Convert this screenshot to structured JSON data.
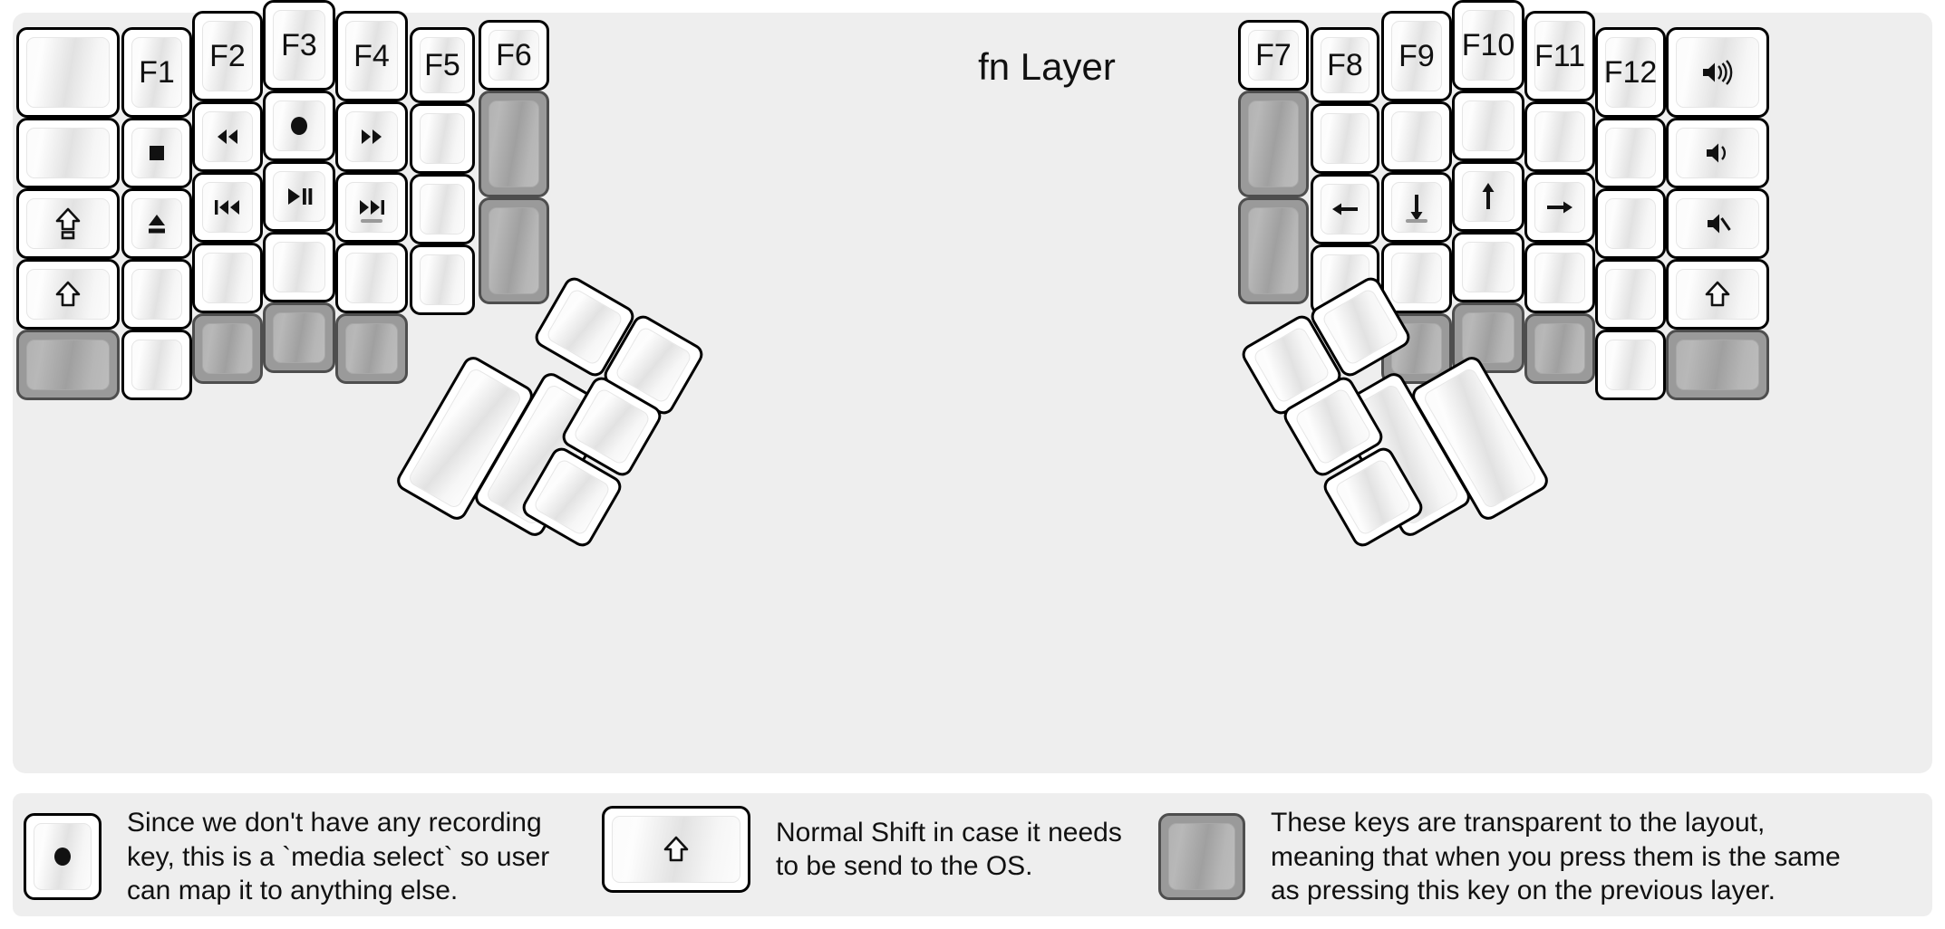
{
  "title": "fn Layer",
  "colors": {
    "page_background": "#ffffff",
    "panel_background": "#eeeeee",
    "key_face": "#ffffff",
    "key_border": "#000000",
    "transparent_key": "#9a9a9a",
    "transparent_key_border": "#4e4e4e",
    "text": "#111111"
  },
  "legend": [
    {
      "key_icon": "record-dot-icon",
      "key_style": "normal",
      "text": "Since we don't have any recording\nkey, this is a `media select` so user\ncan map it to anything else."
    },
    {
      "key_icon": "shift-arrow-icon",
      "key_style": "normal",
      "text": "Normal Shift in case it needs\nto be send to the OS."
    },
    {
      "key_icon": "blank",
      "key_style": "transparent",
      "text": "These keys are transparent to the layout,\nmeaning that when you press them is the same\nas pressing this key on the previous layer."
    }
  ],
  "left_half": {
    "columns": [
      {
        "name": "col-pinky-outer",
        "keys": [
          {
            "label": "",
            "icon": "blank",
            "style": "normal"
          },
          {
            "label": "",
            "icon": "blank",
            "style": "normal"
          },
          {
            "label": "",
            "icon": "caps-lock-icon",
            "style": "normal"
          },
          {
            "label": "",
            "icon": "shift-arrow-icon",
            "style": "normal"
          },
          {
            "label": "",
            "icon": "blank",
            "style": "transparent"
          }
        ]
      },
      {
        "name": "col-pinky",
        "keys": [
          {
            "label": "F1",
            "icon": "",
            "style": "normal"
          },
          {
            "label": "",
            "icon": "media-stop-icon",
            "style": "normal"
          },
          {
            "label": "",
            "icon": "eject-icon",
            "style": "normal"
          },
          {
            "label": "",
            "icon": "blank",
            "style": "normal"
          },
          {
            "label": "",
            "icon": "blank",
            "style": "normal"
          }
        ]
      },
      {
        "name": "col-ring",
        "keys": [
          {
            "label": "F2",
            "icon": "",
            "style": "normal"
          },
          {
            "label": "",
            "icon": "rewind-icon",
            "style": "normal"
          },
          {
            "label": "",
            "icon": "previous-track-icon",
            "style": "normal"
          },
          {
            "label": "",
            "icon": "blank",
            "style": "normal"
          },
          {
            "label": "",
            "icon": "blank",
            "style": "transparent"
          }
        ]
      },
      {
        "name": "col-middle",
        "keys": [
          {
            "label": "F3",
            "icon": "",
            "style": "normal"
          },
          {
            "label": "",
            "icon": "record-dot-icon",
            "style": "normal"
          },
          {
            "label": "",
            "icon": "play-pause-icon",
            "style": "normal"
          },
          {
            "label": "",
            "icon": "blank",
            "style": "normal"
          },
          {
            "label": "",
            "icon": "blank",
            "style": "transparent"
          }
        ]
      },
      {
        "name": "col-index",
        "keys": [
          {
            "label": "F4",
            "icon": "",
            "style": "normal"
          },
          {
            "label": "",
            "icon": "fast-forward-icon",
            "style": "normal"
          },
          {
            "label": "",
            "icon": "next-track-icon",
            "style": "normal",
            "homing": true
          },
          {
            "label": "",
            "icon": "blank",
            "style": "normal"
          },
          {
            "label": "",
            "icon": "blank",
            "style": "transparent"
          }
        ]
      },
      {
        "name": "col-inner",
        "keys": [
          {
            "label": "F5",
            "icon": "",
            "style": "normal"
          },
          {
            "label": "",
            "icon": "blank",
            "style": "normal"
          },
          {
            "label": "",
            "icon": "blank",
            "style": "normal"
          },
          {
            "label": "",
            "icon": "blank",
            "style": "normal"
          }
        ]
      },
      {
        "name": "col-innermost",
        "keys": [
          {
            "label": "F6",
            "icon": "",
            "style": "normal"
          },
          {
            "label": "",
            "icon": "blank",
            "style": "transparent"
          },
          {
            "label": "",
            "icon": "blank",
            "style": "transparent"
          }
        ]
      }
    ],
    "thumb_cluster": [
      {
        "name": "thumb-2u-outer",
        "icon": "blank",
        "style": "normal"
      },
      {
        "name": "thumb-2u-inner",
        "icon": "blank",
        "style": "normal"
      },
      {
        "name": "thumb-1u-top",
        "icon": "blank",
        "style": "normal"
      },
      {
        "name": "thumb-1u-topright",
        "icon": "blank",
        "style": "normal"
      },
      {
        "name": "thumb-1u-mid",
        "icon": "blank",
        "style": "normal"
      },
      {
        "name": "thumb-1u-bottom",
        "icon": "blank",
        "style": "normal"
      }
    ]
  },
  "right_half": {
    "columns": [
      {
        "name": "col-innermost",
        "keys": [
          {
            "label": "F7",
            "icon": "",
            "style": "normal"
          },
          {
            "label": "",
            "icon": "blank",
            "style": "transparent"
          },
          {
            "label": "",
            "icon": "blank",
            "style": "transparent"
          }
        ]
      },
      {
        "name": "col-inner",
        "keys": [
          {
            "label": "F8",
            "icon": "",
            "style": "normal"
          },
          {
            "label": "",
            "icon": "blank",
            "style": "normal"
          },
          {
            "label": "",
            "icon": "arrow-left-icon",
            "style": "normal"
          },
          {
            "label": "",
            "icon": "blank",
            "style": "normal"
          }
        ]
      },
      {
        "name": "col-index",
        "keys": [
          {
            "label": "F9",
            "icon": "",
            "style": "normal"
          },
          {
            "label": "",
            "icon": "blank",
            "style": "normal"
          },
          {
            "label": "",
            "icon": "arrow-down-icon",
            "style": "normal",
            "homing": true
          },
          {
            "label": "",
            "icon": "blank",
            "style": "normal"
          },
          {
            "label": "",
            "icon": "blank",
            "style": "transparent"
          }
        ]
      },
      {
        "name": "col-middle",
        "keys": [
          {
            "label": "F10",
            "icon": "",
            "style": "normal"
          },
          {
            "label": "",
            "icon": "blank",
            "style": "normal"
          },
          {
            "label": "",
            "icon": "arrow-up-icon",
            "style": "normal"
          },
          {
            "label": "",
            "icon": "blank",
            "style": "normal"
          },
          {
            "label": "",
            "icon": "blank",
            "style": "transparent"
          }
        ]
      },
      {
        "name": "col-ring",
        "keys": [
          {
            "label": "F11",
            "icon": "",
            "style": "normal"
          },
          {
            "label": "",
            "icon": "blank",
            "style": "normal"
          },
          {
            "label": "",
            "icon": "arrow-right-icon",
            "style": "normal"
          },
          {
            "label": "",
            "icon": "blank",
            "style": "normal"
          },
          {
            "label": "",
            "icon": "blank",
            "style": "transparent"
          }
        ]
      },
      {
        "name": "col-pinky",
        "keys": [
          {
            "label": "F12",
            "icon": "",
            "style": "normal"
          },
          {
            "label": "",
            "icon": "blank",
            "style": "normal"
          },
          {
            "label": "",
            "icon": "blank",
            "style": "normal"
          },
          {
            "label": "",
            "icon": "blank",
            "style": "normal"
          },
          {
            "label": "",
            "icon": "blank",
            "style": "normal"
          }
        ]
      },
      {
        "name": "col-pinky-outer",
        "keys": [
          {
            "label": "",
            "icon": "volume-up-icon",
            "style": "normal"
          },
          {
            "label": "",
            "icon": "volume-down-icon",
            "style": "normal"
          },
          {
            "label": "",
            "icon": "volume-mute-icon",
            "style": "normal"
          },
          {
            "label": "",
            "icon": "shift-arrow-icon",
            "style": "normal"
          },
          {
            "label": "",
            "icon": "blank",
            "style": "transparent"
          }
        ]
      }
    ],
    "thumb_cluster": [
      {
        "name": "thumb-2u-outer",
        "icon": "blank",
        "style": "normal"
      },
      {
        "name": "thumb-2u-inner",
        "icon": "blank",
        "style": "normal"
      },
      {
        "name": "thumb-1u-top",
        "icon": "blank",
        "style": "normal"
      },
      {
        "name": "thumb-1u-topleft",
        "icon": "blank",
        "style": "normal"
      },
      {
        "name": "thumb-1u-mid",
        "icon": "blank",
        "style": "normal"
      },
      {
        "name": "thumb-1u-bottom",
        "icon": "blank",
        "style": "normal"
      }
    ]
  }
}
